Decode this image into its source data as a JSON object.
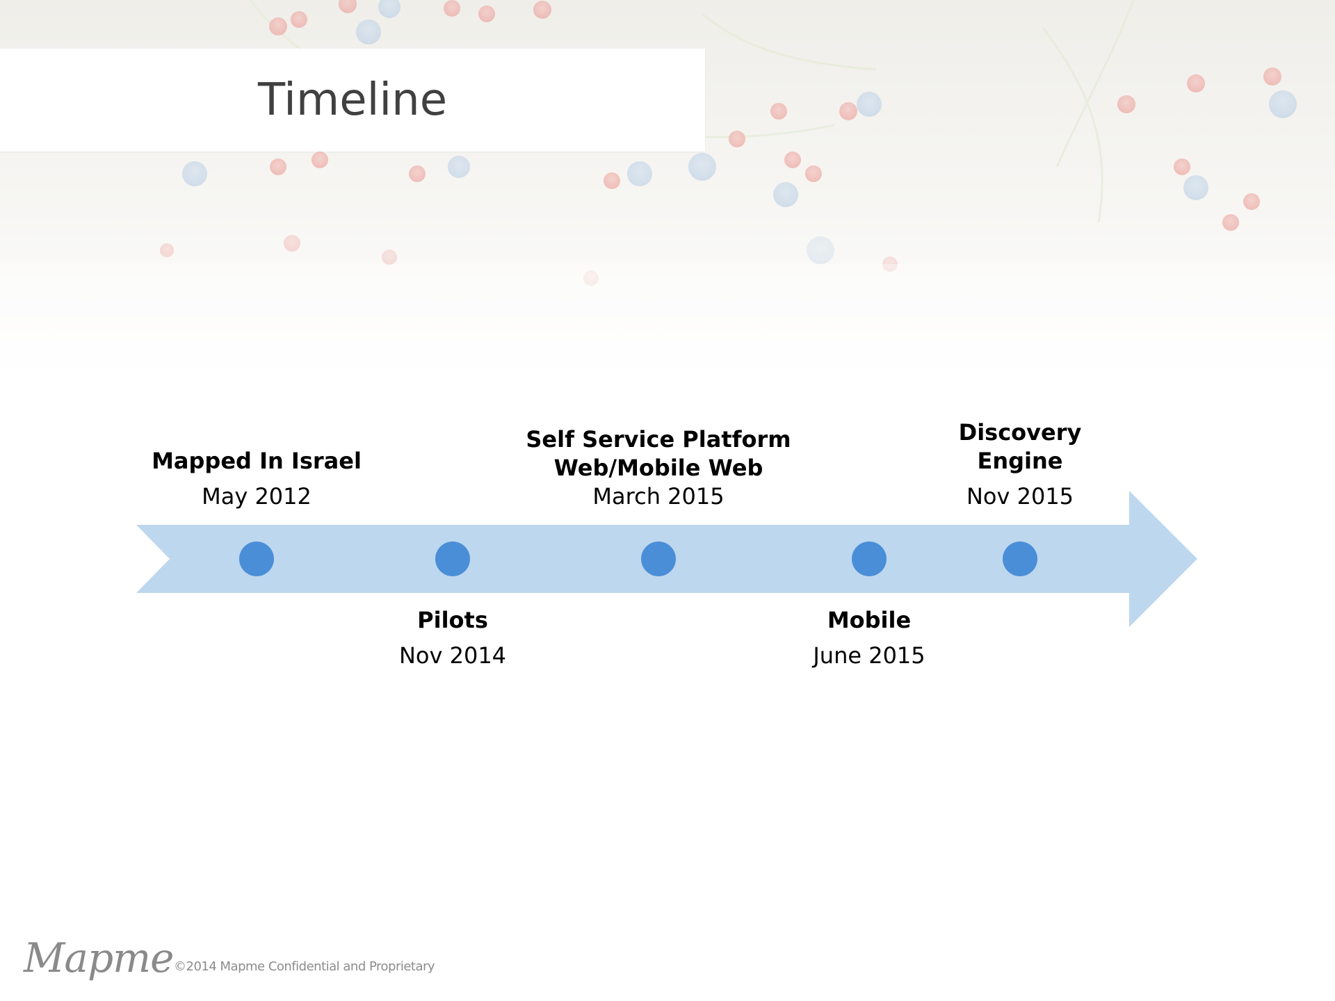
{
  "slide": {
    "title": "Timeline"
  },
  "timeline": {
    "events": [
      {
        "name": "Mapped In Israel",
        "date": "May 2012",
        "position": "above"
      },
      {
        "name": "Pilots",
        "date": "Nov 2014",
        "position": "below"
      },
      {
        "name": "Self Service Platform\nWeb/Mobile Web",
        "date": "March 2015",
        "position": "above"
      },
      {
        "name": "Mobile",
        "date": "June 2015",
        "position": "below"
      },
      {
        "name": "Discovery\nEngine",
        "date": "Nov 2015",
        "position": "above"
      }
    ],
    "arrow_color": "#bdd7ee",
    "dot_color": "#4a8ed8"
  },
  "footer": {
    "logo": "Mapme",
    "copyright": "©2014 Mapme Confidential and Proprietary"
  }
}
